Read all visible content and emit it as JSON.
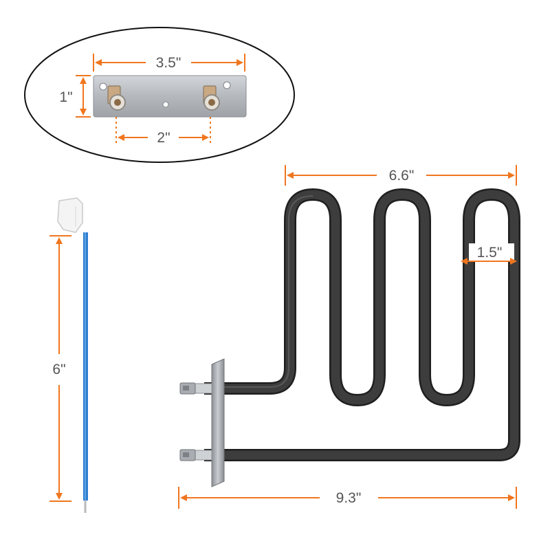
{
  "colors": {
    "dimension": "#f0761e",
    "label_text": "#555555",
    "element_coil": "#3a3a3a",
    "wire": "#2f7fd0",
    "bracket": "#b9bcc0"
  },
  "dimensions": {
    "bracket_width": "3.5\"",
    "bracket_height": "1\"",
    "terminal_spacing": "2\"",
    "wire_length": "6\"",
    "coil_width": "6.6\"",
    "loop_width": "1.5\"",
    "overall_length": "9.3\""
  }
}
